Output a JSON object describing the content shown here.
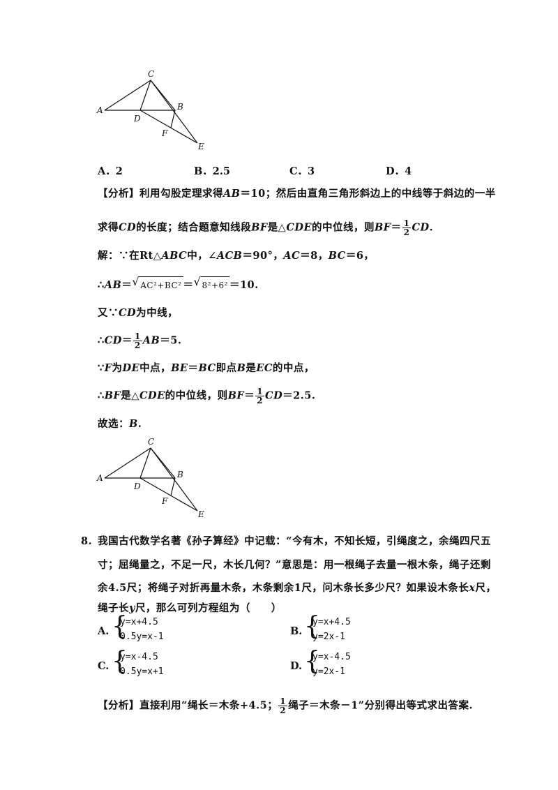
{
  "figure1": {
    "labels": {
      "A": "A",
      "B": "B",
      "C": "C",
      "D": "D",
      "E": "E",
      "F": "F"
    }
  },
  "figure2": {
    "labels": {
      "A": "A",
      "B": "B",
      "C": "C",
      "D": "D",
      "E": "E",
      "F": "F"
    }
  },
  "q7_options": [
    {
      "letter": "A．",
      "text": "2"
    },
    {
      "letter": "B．",
      "text": "2.5"
    },
    {
      "letter": "C．",
      "text": "3"
    },
    {
      "letter": "D．",
      "text": "4"
    }
  ],
  "analysis7": {
    "tag": "【分析】",
    "line1_pre": "利用勾股定理求得",
    "line1_var": "AB",
    "line1_post": "＝10；然后由直角三角形斜边上的中线等于斜边的一半",
    "line2_a": "求得",
    "line2_var1": "CD",
    "line2_b": "的长度；结合题意知线段",
    "line2_var2": "BF",
    "line2_c": "是△",
    "line2_var3": "CDE",
    "line2_d": "的中位线，则",
    "line2_var4": "BF",
    "line2_e": "＝",
    "frac_num": "1",
    "frac_den": "2",
    "line2_var5": "CD",
    "line2_f": "."
  },
  "solution7": {
    "s1_a": "解：∵在Rt△",
    "s1_v1": "ABC",
    "s1_b": "中，∠",
    "s1_v2": "ACB",
    "s1_c": "＝90°，",
    "s1_v3": "AC",
    "s1_d": "＝8，",
    "s1_v4": "BC",
    "s1_e": "＝6，",
    "s2_a": "∴",
    "s2_v1": "AB",
    "s2_b": "＝",
    "s2_sqrt1": "AC²+BC²",
    "s2_c": "＝",
    "s2_sqrt2": "8²+6²",
    "s2_d": "＝10.",
    "s3_a": "又∵",
    "s3_v1": "CD",
    "s3_b": "为中线，",
    "s4_a": "∴",
    "s4_v1": "CD",
    "s4_b": "＝",
    "s4_num": "1",
    "s4_den": "2",
    "s4_v2": "AB",
    "s4_c": "＝5.",
    "s5_a": "∵",
    "s5_v1": "F",
    "s5_b": "为",
    "s5_v2": "DE",
    "s5_c": "中点，",
    "s5_v3": "BE",
    "s5_d": "＝",
    "s5_v4": "BC",
    "s5_e": "即点",
    "s5_v5": "B",
    "s5_f": "是",
    "s5_v6": "EC",
    "s5_g": "的中点，",
    "s6_a": "∴",
    "s6_v1": "BF",
    "s6_b": "是△",
    "s6_v2": "CDE",
    "s6_c": "的中位线，则",
    "s6_v3": "BF",
    "s6_d": "＝",
    "s6_num": "1",
    "s6_den": "2",
    "s6_v4": "CD",
    "s6_e": "＝2.5.",
    "s7_a": "故选：",
    "s7_v1": "B",
    "s7_b": "."
  },
  "question8": {
    "number": "8.",
    "l1": "我国古代数学名著《孙子算经》中记载：“今有木，不知长短，引绳度之，余绳四尺五",
    "l2": "寸；屈绳量之，不足一尺，木长几何？”意思是：用一根绳子去量一根木条，绳子还剩",
    "l3": "余4.5尺；将绳子对折再量木条，木条剩余1尺，问木条长多少尺？如果设木条长",
    "l3_var": "x",
    "l3_post": "尺，",
    "l4_a": "绳子长",
    "l4_var": "y",
    "l4_b": "尺，那么可列方程组为（　　）",
    "options": [
      {
        "letter": "A.",
        "eq1": "y=x+4.5",
        "eq2": "0.5y=x-1"
      },
      {
        "letter": "B.",
        "eq1": "y=x+4.5",
        "eq2": "y=2x-1"
      },
      {
        "letter": "C.",
        "eq1": "y=x-4.5",
        "eq2": "0.5y=x+1"
      },
      {
        "letter": "D.",
        "eq1": "y=x-4.5",
        "eq2": "y=2x-1"
      }
    ]
  },
  "analysis8": {
    "tag": "【分析】",
    "a": "直接利用“绳长＝木条+4.5；",
    "num": "1",
    "den": "2",
    "b": "绳子＝木条－1”分别得出等式求出答案."
  }
}
